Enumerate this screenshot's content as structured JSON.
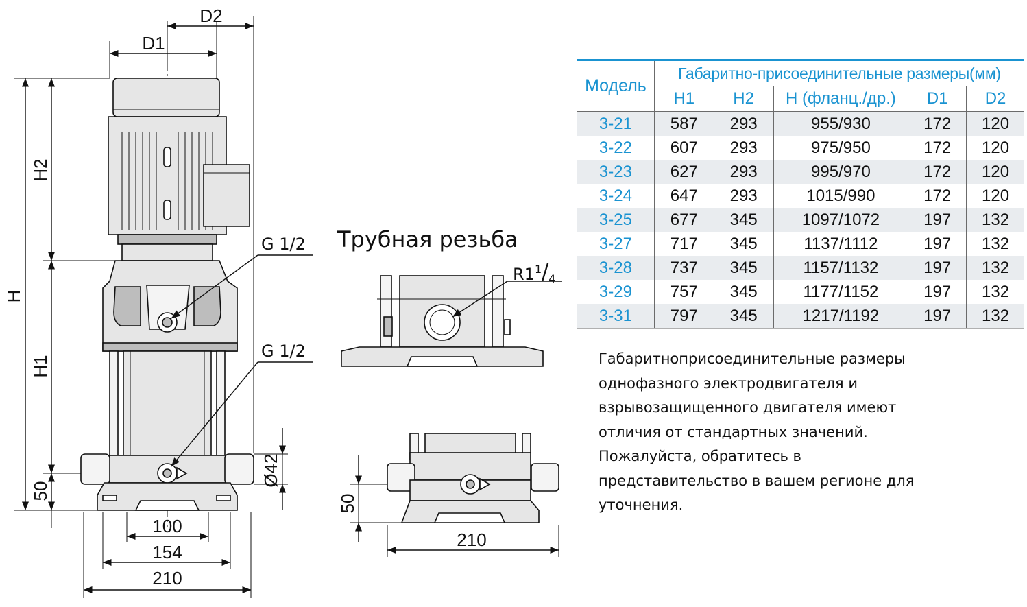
{
  "drawing": {
    "dim_labels": {
      "d1": "D1",
      "d2": "D2",
      "h": "H",
      "h1": "H1",
      "h2": "H2",
      "d50": "50",
      "w100": "100",
      "w154": "154",
      "w210": "210",
      "dia42": "Ø42",
      "g_top": "G 1/2",
      "g_bottom": "G 1/2",
      "side_50": "50",
      "side_210": "210"
    },
    "pipe_thread": {
      "title": "Трубная резьба",
      "label_base": "R1",
      "label_num": "1",
      "label_slash": "/",
      "label_den": "4"
    }
  },
  "table": {
    "model_header": "Модель",
    "group_header": "Габаритно-присоединительные размеры(мм)",
    "columns": [
      "H1",
      "H2",
      "H (фланц./др.)",
      "D1",
      "D2"
    ],
    "rows": [
      {
        "model": "3-21",
        "h1": "587",
        "h2": "293",
        "h": "955/930",
        "d1": "172",
        "d2": "120"
      },
      {
        "model": "3-22",
        "h1": "607",
        "h2": "293",
        "h": "975/950",
        "d1": "172",
        "d2": "120"
      },
      {
        "model": "3-23",
        "h1": "627",
        "h2": "293",
        "h": "995/970",
        "d1": "172",
        "d2": "120"
      },
      {
        "model": "3-24",
        "h1": "647",
        "h2": "293",
        "h": "1015/990",
        "d1": "172",
        "d2": "120"
      },
      {
        "model": "3-25",
        "h1": "677",
        "h2": "345",
        "h": "1097/1072",
        "d1": "197",
        "d2": "132"
      },
      {
        "model": "3-27",
        "h1": "717",
        "h2": "345",
        "h": "1137/1112",
        "d1": "197",
        "d2": "132"
      },
      {
        "model": "3-28",
        "h1": "737",
        "h2": "345",
        "h": "1157/1132",
        "d1": "197",
        "d2": "132"
      },
      {
        "model": "3-29",
        "h1": "757",
        "h2": "345",
        "h": "1177/1152",
        "d1": "197",
        "d2": "132"
      },
      {
        "model": "3-31",
        "h1": "797",
        "h2": "345",
        "h": "1217/1192",
        "d1": "197",
        "d2": "132"
      }
    ]
  },
  "note": {
    "lines": [
      "Габаритноприсоединительные размеры",
      "однофазного электродвигателя и",
      "взрывозащищенного двигателя имеют",
      "отличия от стандартных значений.",
      "Пожалуйста, обратитесь в",
      "представительство в  вашем регионе  для",
      "уточнения."
    ]
  }
}
